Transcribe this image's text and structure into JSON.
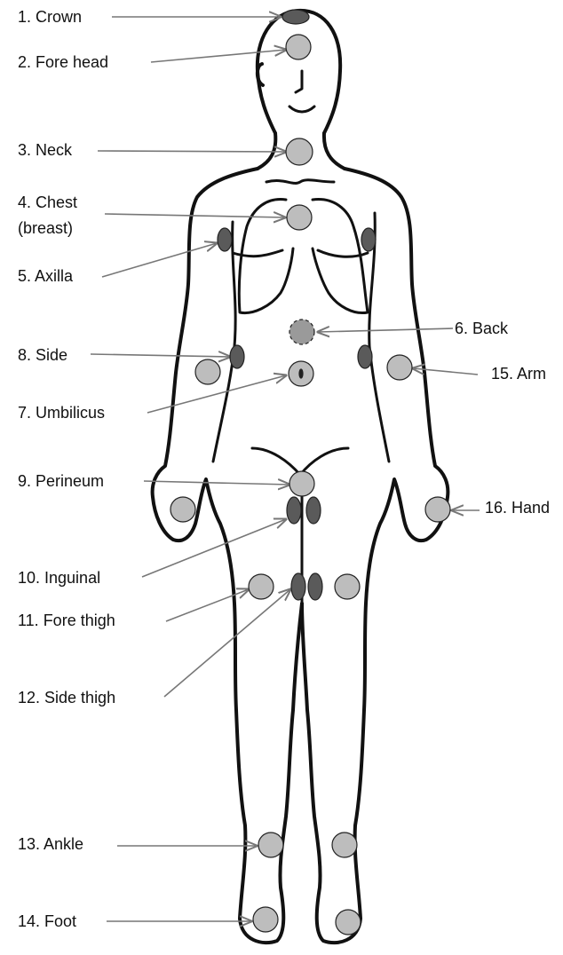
{
  "labels": {
    "crown": "1. Crown",
    "forehead": "2. Fore head",
    "neck": "3. Neck",
    "chest_line1": "4. Chest",
    "chest_line2": "(breast)",
    "axilla": "5. Axilla",
    "back": "6. Back",
    "umbilicus": "7. Umbilicus",
    "side": "8. Side",
    "perineum": "9. Perineum",
    "inguinal": "10. Inguinal",
    "fore_thigh": "11. Fore thigh",
    "side_thigh": "12. Side thigh",
    "ankle": "13. Ankle",
    "foot": "14. Foot",
    "arm": "15. Arm",
    "hand": "16. Hand"
  },
  "colors": {
    "outline": "#111111",
    "light_marker": "#bdbdbd",
    "dark_marker": "#5a5a5a",
    "leader_line": "#777777"
  }
}
